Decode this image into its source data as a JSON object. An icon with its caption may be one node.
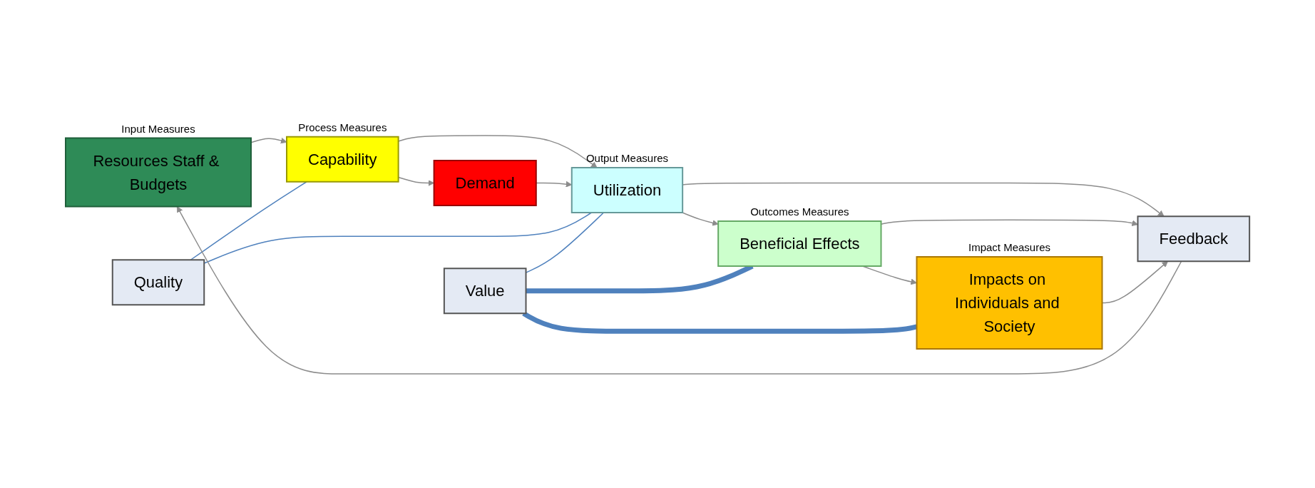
{
  "diagram": {
    "nodes": [
      {
        "text": [
          "Quality"
        ]
      },
      {
        "text": [
          "Value"
        ]
      },
      {
        "text": [
          "Resources Staff & Budgets"
        ],
        "beside": [
          "Input Measures"
        ]
      },
      {
        "text": [
          "Capability"
        ],
        "beside": [
          "Process Measures"
        ]
      },
      {
        "text": [
          "Utilization"
        ],
        "beside": [
          "Output Measures"
        ]
      },
      {
        "text": [
          "Beneficial Effects"
        ],
        "beside": [
          "Outcomes Measures"
        ]
      },
      {
        "text": [
          "Impacts on Individuals and Society"
        ],
        "beside": [
          "Impact Measures"
        ]
      },
      {
        "text": [
          "Demand"
        ]
      },
      {
        "text": [
          "Feedback"
        ]
      }
    ],
    "edges": [
      {
        "from": 2,
        "to": 3,
        "arrow": "to"
      },
      {
        "from": 3,
        "to": 4,
        "arrow": "to"
      },
      {
        "from": 4,
        "to": 5,
        "arrow": "to"
      },
      {
        "from": 5,
        "to": 6,
        "arrow": "to"
      },
      {
        "from": 3,
        "to": 7,
        "arrow": "to"
      },
      {
        "from": 7,
        "to": 4,
        "arrow": "to"
      },
      {
        "from": 0,
        "to": 3,
        "arrow": "none",
        "color": "#4f81bd"
      },
      {
        "from": 0,
        "to": 4,
        "arrow": "none",
        "color": "#4f81bd"
      },
      {
        "from": 1,
        "to": 4,
        "arrow": "none",
        "color": "#4f81bd"
      },
      {
        "from": 1,
        "to": 5,
        "arrow": "none",
        "style": "thick",
        "color": "#4f81bd"
      },
      {
        "from": 1,
        "to": 6,
        "arrow": "none",
        "style": "thick",
        "color": "#4f81bd"
      },
      {
        "from": 4,
        "to": 8,
        "arrow": "to"
      },
      {
        "from": 5,
        "to": 8,
        "arrow": "to"
      },
      {
        "from": 6,
        "to": 8,
        "arrow": "to"
      },
      {
        "from": 8,
        "to": 2,
        "arrow": "to"
      }
    ]
  }
}
